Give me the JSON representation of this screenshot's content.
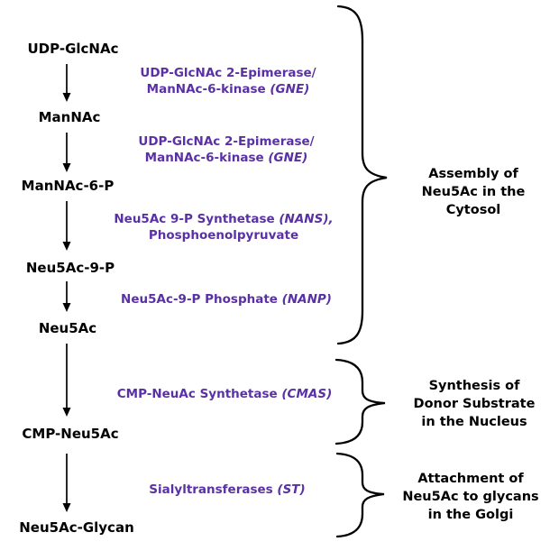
{
  "metabolites": [
    {
      "label": "UDP-GlcNAc"
    },
    {
      "label": "ManNAc"
    },
    {
      "label": "ManNAc-6-P"
    },
    {
      "label": "Neu5Ac-9-P"
    },
    {
      "label": "Neu5Ac"
    },
    {
      "label": "CMP-Neu5Ac"
    },
    {
      "label": "Neu5Ac-Glycan"
    }
  ],
  "enzymes": {
    "gne1": {
      "line1": "UDP-GlcNAc 2-Epimerase/",
      "line2": "ManNAc-6-kinase",
      "gene": "(GNE)"
    },
    "gne2": {
      "line1": "UDP-GlcNAc 2-Epimerase/",
      "line2": "ManNAc-6-kinase",
      "gene": "(GNE)"
    },
    "nans": {
      "line1": "Neu5Ac 9-P Synthetase",
      "gene": "(NANS),",
      "line2": "Phosphoenolpyruvate"
    },
    "nanp": {
      "line1": "Neu5Ac-9-P Phosphate",
      "gene": "(NANP)"
    },
    "cmas": {
      "line1": "CMP-NeuAc Synthetase",
      "gene": "(CMAS)"
    },
    "st": {
      "line1": "Sialyltransferases",
      "gene": "(ST)"
    }
  },
  "stages": [
    {
      "lines": [
        "Assembly of",
        "Neu5Ac in the",
        "Cytosol"
      ]
    },
    {
      "lines": [
        "Synthesis of",
        "Donor Substrate",
        "in the Nucleus"
      ]
    },
    {
      "lines": [
        "Attachment of",
        "Neu5Ac to glycans",
        "in the Golgi"
      ]
    }
  ],
  "colors": {
    "enzyme_text": "#5A31A5",
    "metabolite_text": "#000000",
    "stage_text": "#000000",
    "arrow": "#000000",
    "brace": "#000000"
  }
}
